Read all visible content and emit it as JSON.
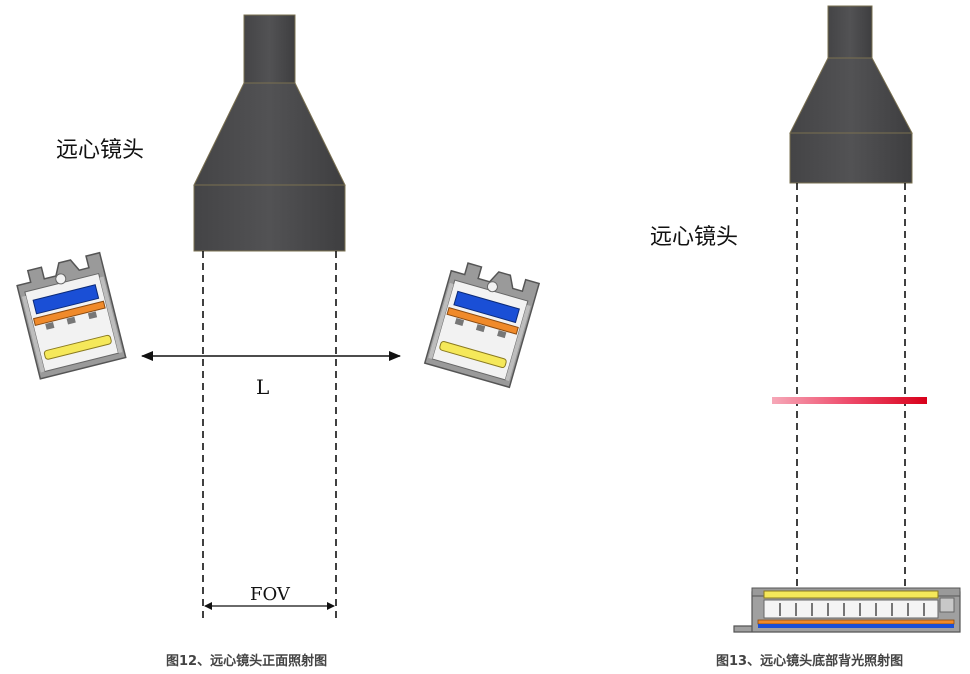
{
  "figure12": {
    "lens_label": "远心镜头",
    "distance_label": "L",
    "fov_label": "FOV",
    "caption": "图12、远心镜头正面照射图"
  },
  "figure13": {
    "lens_label": "远心镜头",
    "caption": "图13、远心镜头底部背光照射图"
  },
  "colors": {
    "lens_body": "#4b4b4d",
    "lens_edge": "#7a7050",
    "led_blue": "#1a4fd6",
    "led_orange": "#f08a2a",
    "led_yellow": "#f5e85a",
    "housing": "#8a8a8a",
    "red_light": "#e8102a"
  }
}
